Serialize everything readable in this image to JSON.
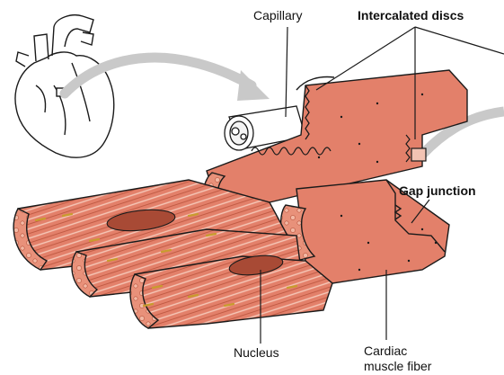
{
  "labels": {
    "capillary": "Capillary",
    "intercalated_discs": "Intercalated discs",
    "gap_junction": "Gap junction",
    "nucleus": "Nucleus",
    "cardiac_line1": "Cardiac",
    "cardiac_line2": "muscle fiber"
  },
  "colors": {
    "muscle": "#e3806a",
    "muscle_dark": "#c0583f",
    "muscle_light": "#ef9d86",
    "nucleus": "#a84a35",
    "mitochondria": "#d9b44a",
    "outline": "#1a1a1a",
    "arrow": "#c9c9c9",
    "background": "#ffffff"
  }
}
